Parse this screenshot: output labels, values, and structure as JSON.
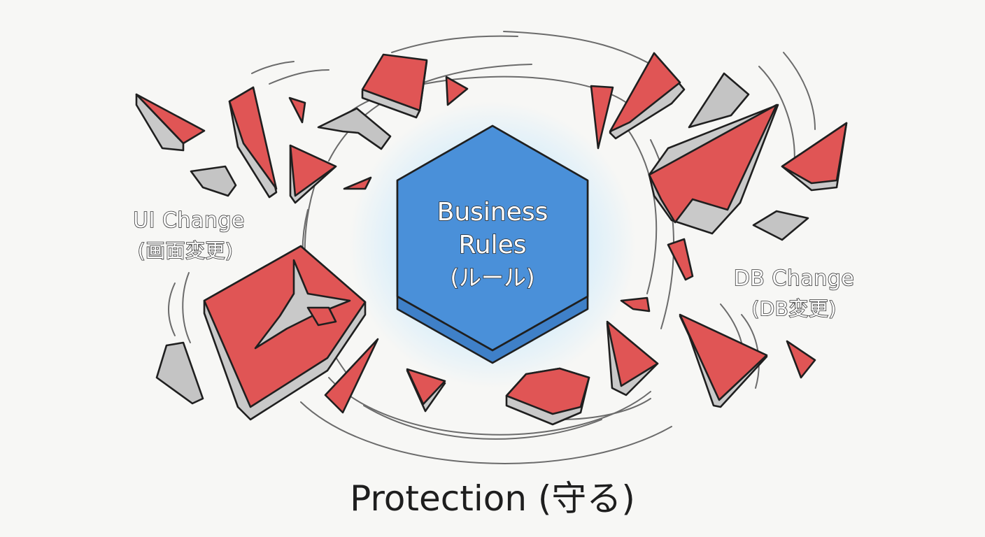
{
  "center": {
    "line1": "Business",
    "line2": "Rules",
    "line3": "(ルール)",
    "fill_color": "#4a90d9",
    "glow_color": "#8fd0ff"
  },
  "left_label": {
    "line1": "UI Change",
    "line2": "(画面変更)"
  },
  "right_label": {
    "line1": "DB Change",
    "line2": "(DB変更)"
  },
  "caption": "Protection (守る)",
  "colors": {
    "fragment_red": "#e05555",
    "fragment_side": "#c9c9c9",
    "fragment_gray": "#c4c4c4",
    "background": "#f7f7f5"
  }
}
